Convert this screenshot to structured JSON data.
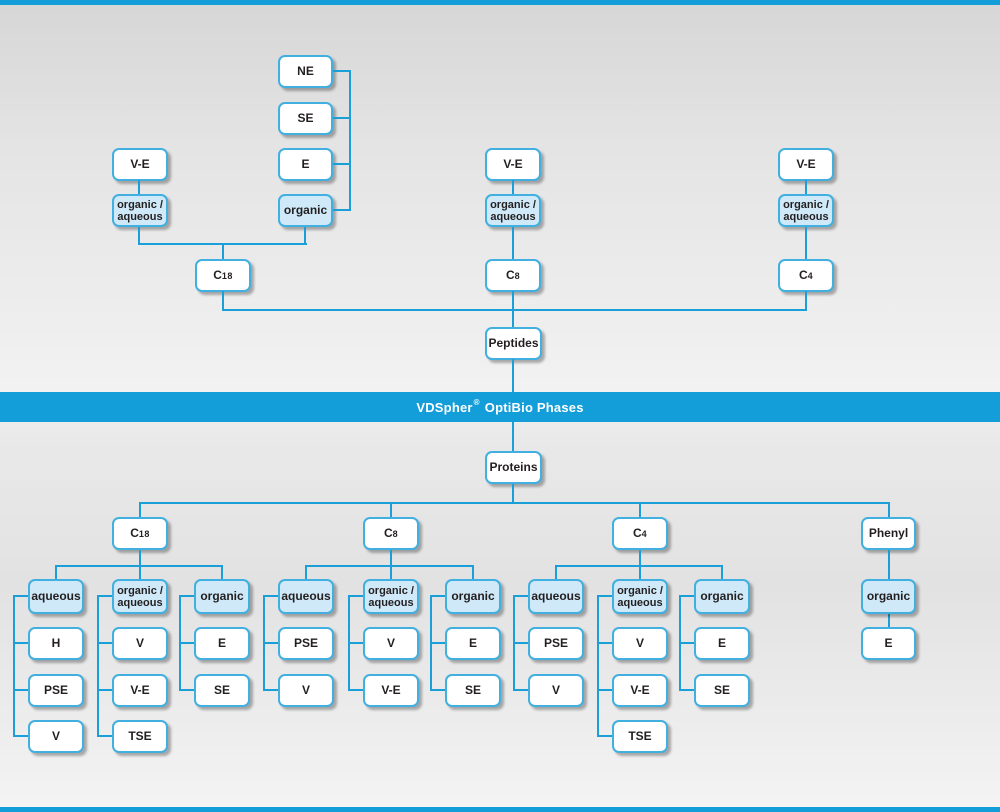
{
  "banner": {
    "brand": "VDSpher",
    "registered": "®",
    "rest": "OptiBio Phases"
  },
  "peptides": {
    "root": "Peptides",
    "c18": {
      "parent_prefix": "C",
      "parent_digits": "18",
      "ve": "V-E",
      "orgaq_line1": "organic /",
      "orgaq_line2": "aqueous",
      "modes": [
        "NE",
        "SE",
        "E",
        "organic"
      ]
    },
    "c8": {
      "parent_prefix": "C",
      "parent_digits": "8",
      "ve": "V-E",
      "orgaq_line1": "organic /",
      "orgaq_line2": "aqueous"
    },
    "c4": {
      "parent_prefix": "C",
      "parent_digits": "4",
      "ve": "V-E",
      "orgaq_line1": "organic /",
      "orgaq_line2": "aqueous"
    }
  },
  "proteins": {
    "root": "Proteins",
    "c18": {
      "parent_prefix": "C",
      "parent_digits": "18",
      "aqueous": {
        "label": "aqueous",
        "children": [
          "H",
          "PSE",
          "V"
        ]
      },
      "orgaq": {
        "line1": "organic /",
        "line2": "aqueous",
        "children": [
          "V",
          "V-E",
          "TSE"
        ]
      },
      "organic": {
        "label": "organic",
        "children": [
          "E",
          "SE"
        ]
      }
    },
    "c8": {
      "parent_prefix": "C",
      "parent_digits": "8",
      "aqueous": {
        "label": "aqueous",
        "children": [
          "PSE",
          "V"
        ]
      },
      "orgaq": {
        "line1": "organic /",
        "line2": "aqueous",
        "children": [
          "V",
          "V-E"
        ]
      },
      "organic": {
        "label": "organic",
        "children": [
          "E",
          "SE"
        ]
      }
    },
    "c4": {
      "parent_prefix": "C",
      "parent_digits": "4",
      "aqueous": {
        "label": "aqueous",
        "children": [
          "PSE",
          "V"
        ]
      },
      "orgaq": {
        "line1": "organic /",
        "line2": "aqueous",
        "children": [
          "V",
          "V-E",
          "TSE"
        ]
      },
      "organic": {
        "label": "organic",
        "children": [
          "E",
          "SE"
        ]
      }
    },
    "phenyl": {
      "parent": "Phenyl",
      "organic": {
        "label": "organic",
        "children": [
          "E"
        ]
      }
    }
  },
  "colors": {
    "banner_blue": "#149ed9",
    "connector_blue": "#1b9fd9",
    "box_border_blue": "#41afe0",
    "category_fill": "#cfe9f8",
    "text": "#231f20"
  }
}
